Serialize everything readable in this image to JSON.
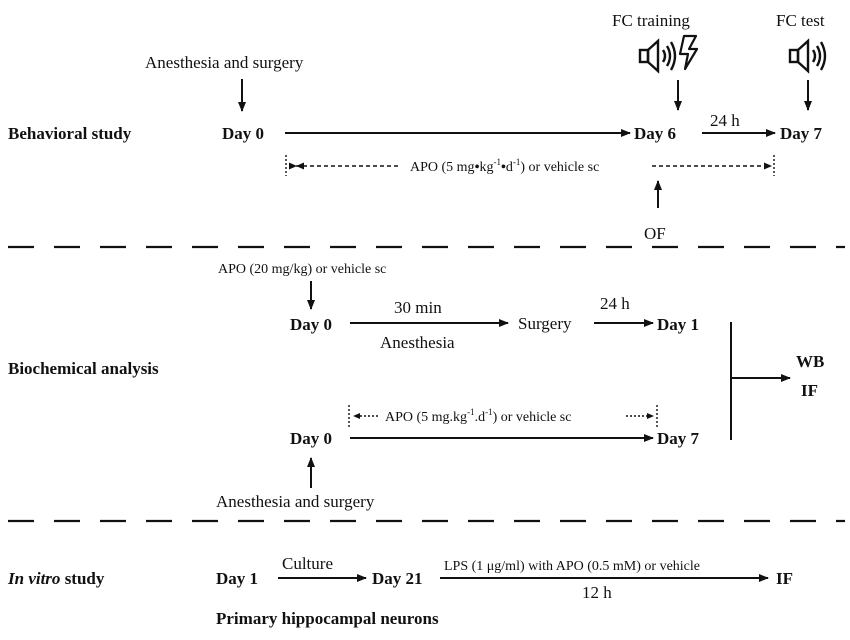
{
  "behavioral": {
    "section_label": "Behavioral study",
    "anesthesia_label": "Anesthesia and surgery",
    "day0": "Day 0",
    "day6": "Day 6",
    "day7": "Day 7",
    "fc_training": "FC training",
    "fc_test": "FC test",
    "interval_24h": "24 h",
    "apo_dose_prefix": "APO (5 mg",
    "apo_kg": "kg",
    "apo_kg_exp": "-1",
    "apo_d": "d",
    "apo_d_exp": "-1",
    "apo_suffix": ") or vehicle sc",
    "of_label": "OF"
  },
  "biochemical": {
    "section_label": "Biochemical analysis",
    "acute_apo": "APO (20 mg/kg) or vehicle sc",
    "day0_top": "Day 0",
    "interval_30min": "30 min",
    "anesthesia": "Anesthesia",
    "surgery": "Surgery",
    "interval_24h": "24 h",
    "day1": "Day 1",
    "chronic_prefix": "APO (5 mg.kg",
    "chronic_kg_exp": "-1",
    "chronic_mid": ".d",
    "chronic_d_exp": "-1",
    "chronic_suffix": ") or vehicle sc",
    "day0_bottom": "Day 0",
    "day7": "Day 7",
    "anesthesia_surgery": "Anesthesia and surgery",
    "readout_wb": "WB",
    "readout_if": "IF"
  },
  "invitro": {
    "section_label_italic": "In vitro",
    "section_label_rest": " study",
    "day1": "Day 1",
    "culture": "Culture",
    "day21": "Day 21",
    "lps_label": "LPS (1 μg/ml) with APO (0.5 mM) or vehicle",
    "interval_12h": "12 h",
    "readout_if": "IF",
    "cell_type": "Primary hippocampal neurons"
  }
}
